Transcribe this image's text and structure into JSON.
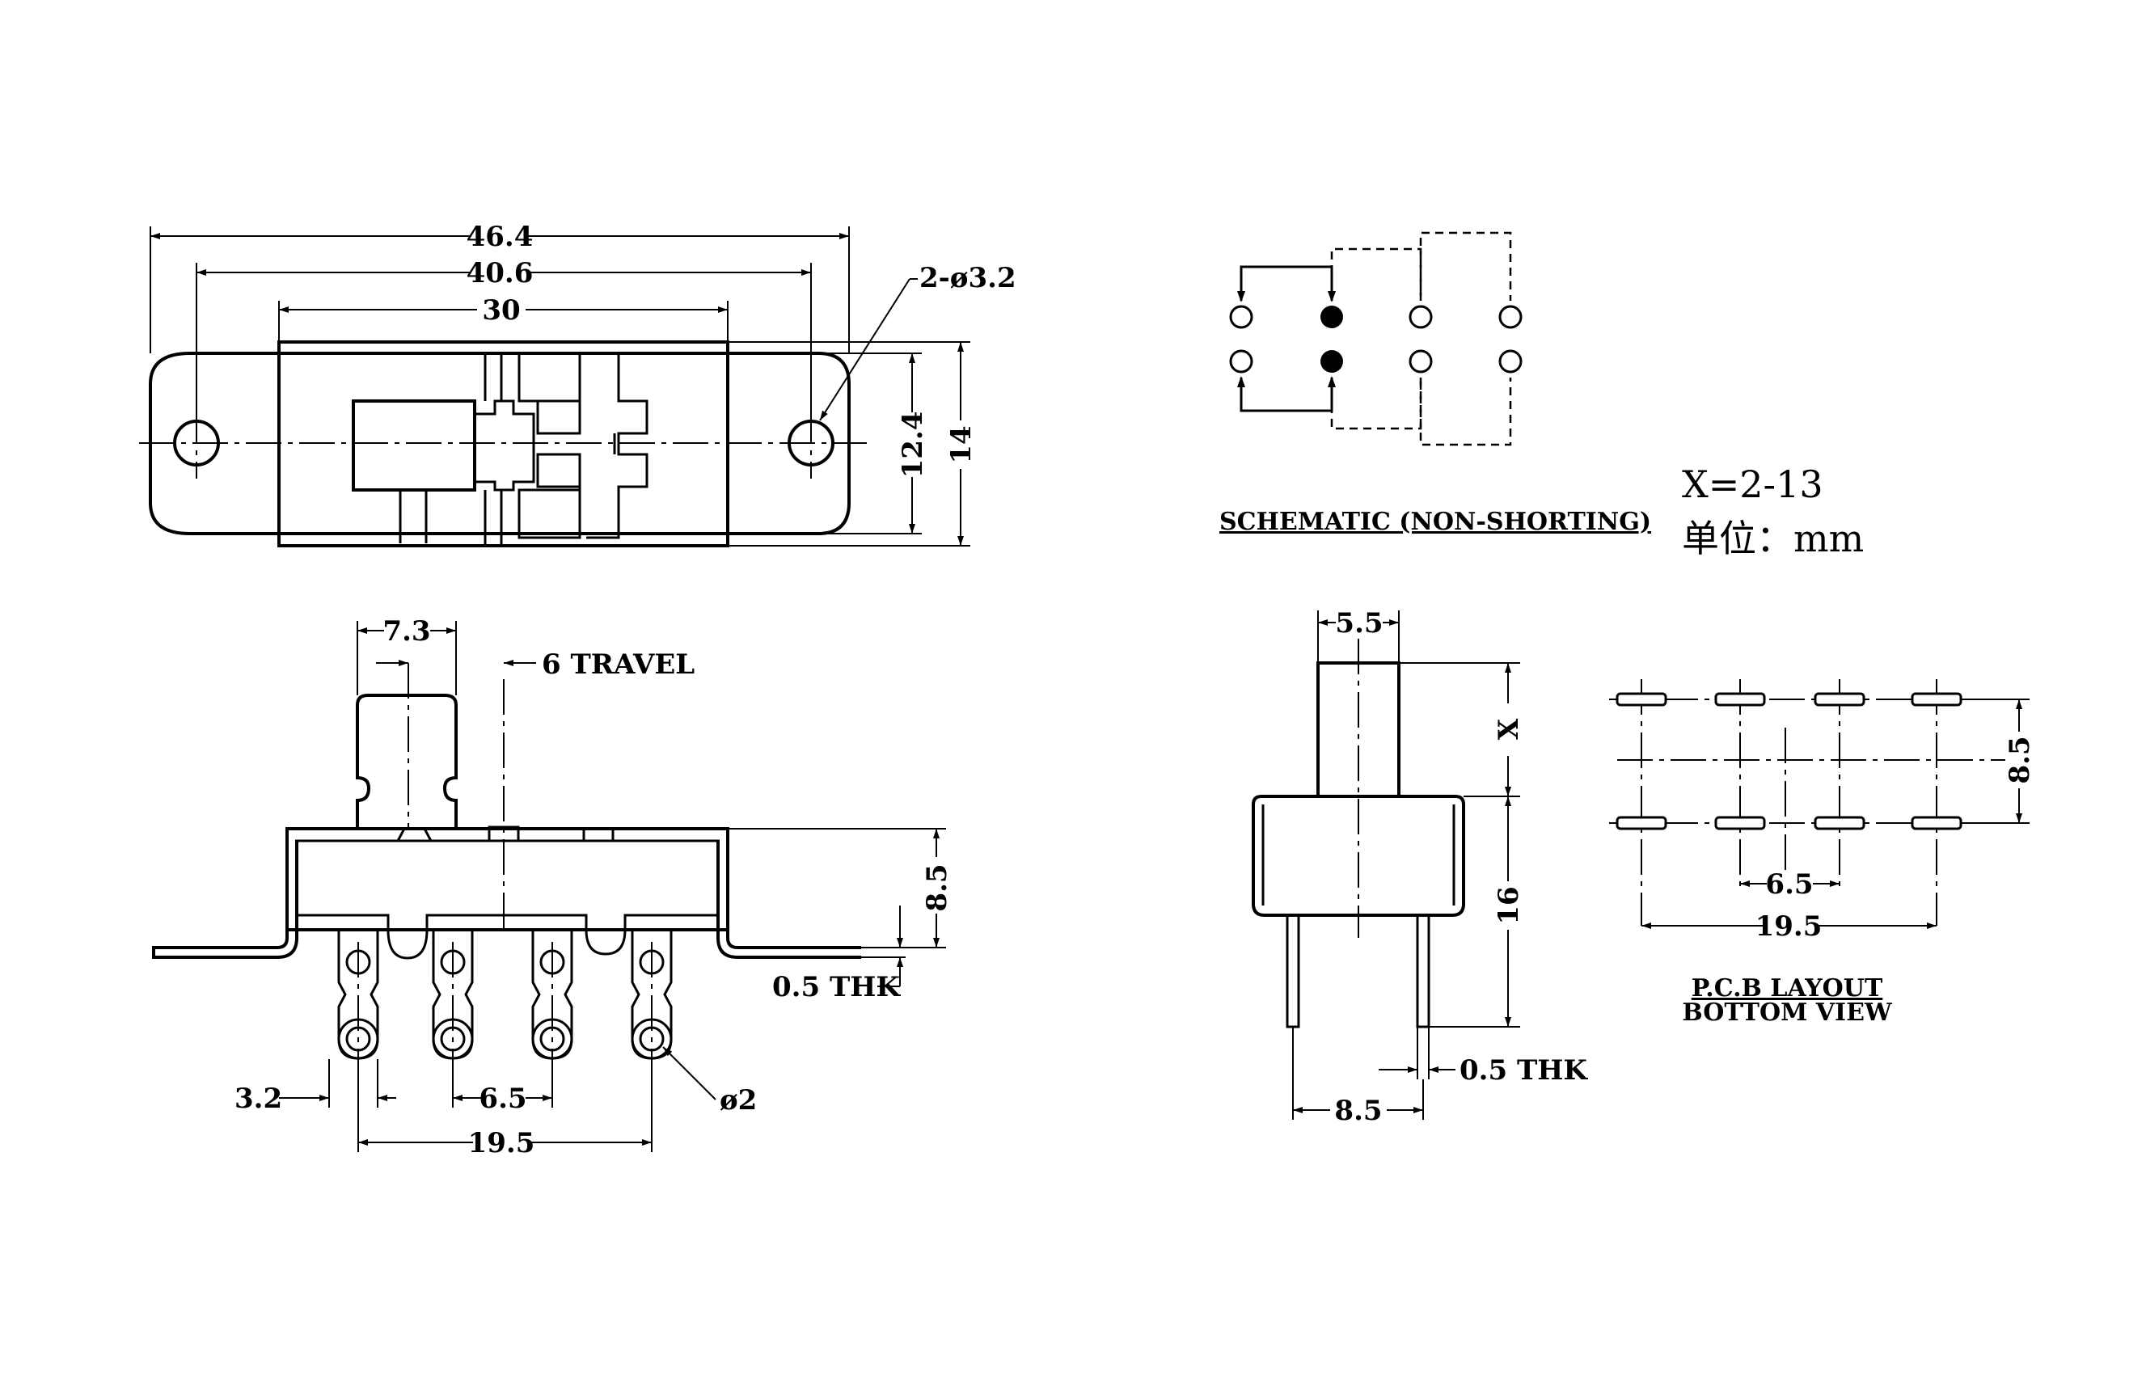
{
  "top_view": {
    "dim_overall": "46.4",
    "dim_mount_pitch": "40.6",
    "dim_body": "30",
    "dim_hole": "2-ø3.2",
    "dim_inner_height": "12.4",
    "dim_outer_height": "14"
  },
  "front_view": {
    "dim_actuator": "7.3",
    "travel": "6 TRAVEL",
    "dim_height": "8.5",
    "thickness": "0.5 THK",
    "dim_pin_width": "3.2",
    "dim_pin_pitch": "6.5",
    "dim_pin_span": "19.5",
    "dim_pin_hole": "ø2"
  },
  "schematic": {
    "title": "SCHEMATIC (NON-SHORTING)"
  },
  "notes": {
    "x_range": "X=2-13",
    "unit": "单位：mm"
  },
  "side_view": {
    "dim_actuator_width": "5.5",
    "dim_x": "X",
    "dim_height": "16",
    "thickness": "0.5 THK",
    "dim_pin_span": "8.5"
  },
  "pcb_layout": {
    "title": "P.C.B LAYOUT",
    "subtitle": "BOTTOM VIEW",
    "dim_row_spacing": "8.5",
    "dim_pitch": "6.5",
    "dim_span": "19.5"
  }
}
